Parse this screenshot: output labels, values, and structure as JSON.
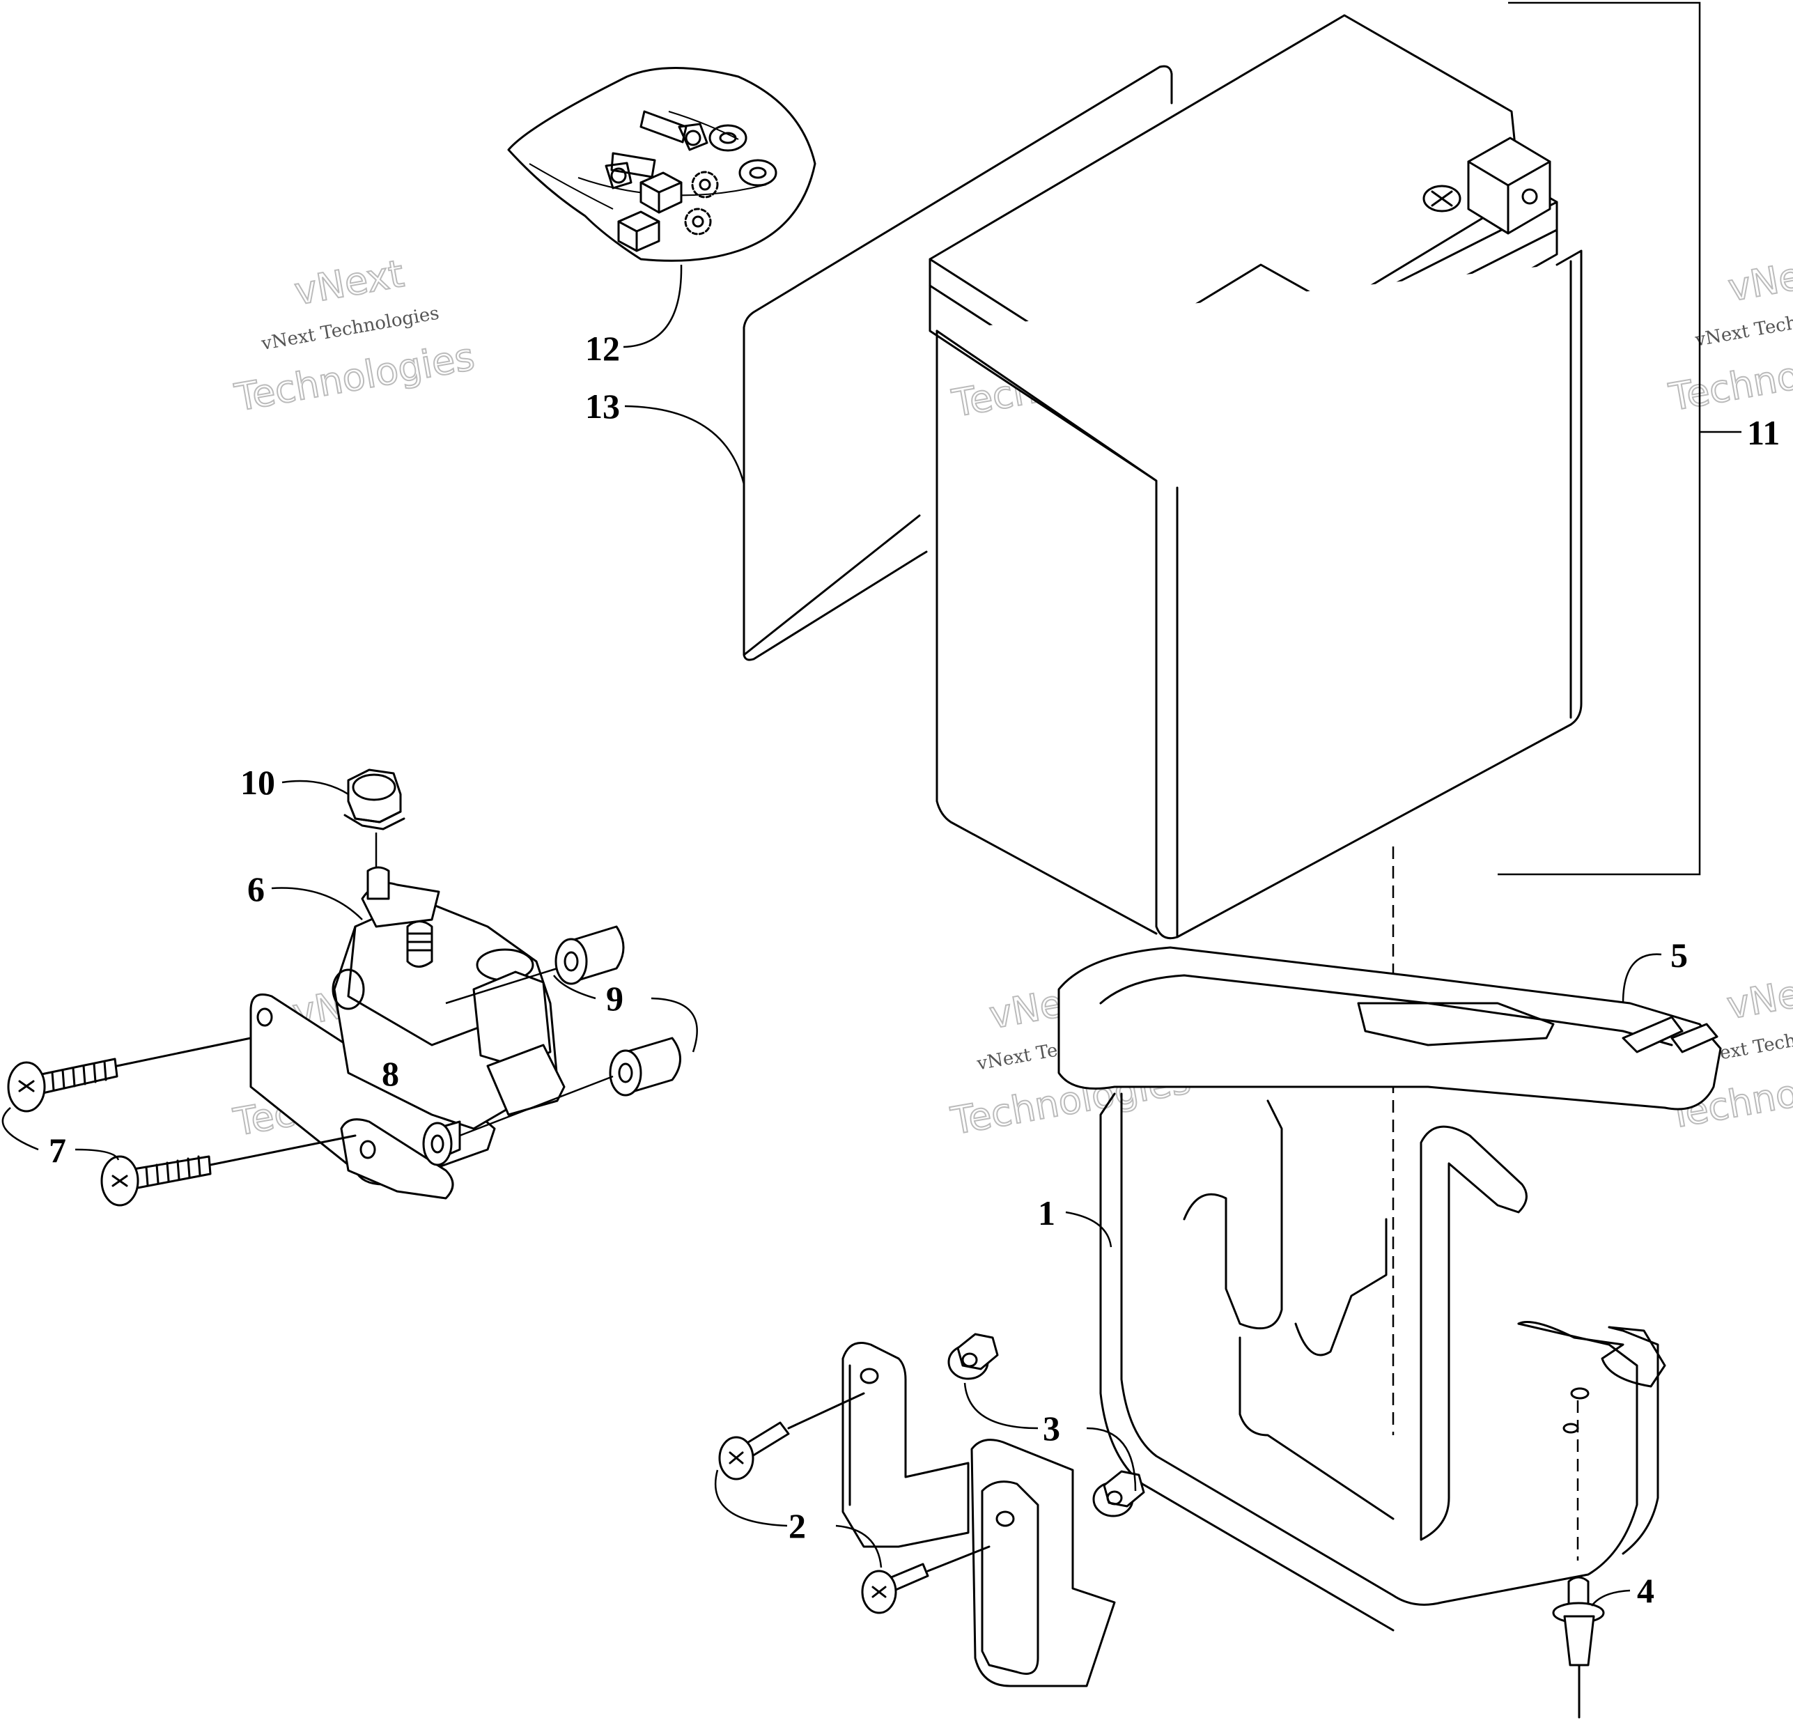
{
  "callouts": [
    {
      "id": "1",
      "label": "1"
    },
    {
      "id": "2",
      "label": "2"
    },
    {
      "id": "3",
      "label": "3"
    },
    {
      "id": "4",
      "label": "4"
    },
    {
      "id": "5",
      "label": "5"
    },
    {
      "id": "6",
      "label": "6"
    },
    {
      "id": "7",
      "label": "7"
    },
    {
      "id": "8",
      "label": "8"
    },
    {
      "id": "9",
      "label": "9"
    },
    {
      "id": "10",
      "label": "10"
    },
    {
      "id": "11",
      "label": "11"
    },
    {
      "id": "12",
      "label": "12"
    },
    {
      "id": "13",
      "label": "13"
    }
  ],
  "watermark": {
    "brand": "vNext",
    "company": "vNext Technologies",
    "word": "Technologies"
  }
}
